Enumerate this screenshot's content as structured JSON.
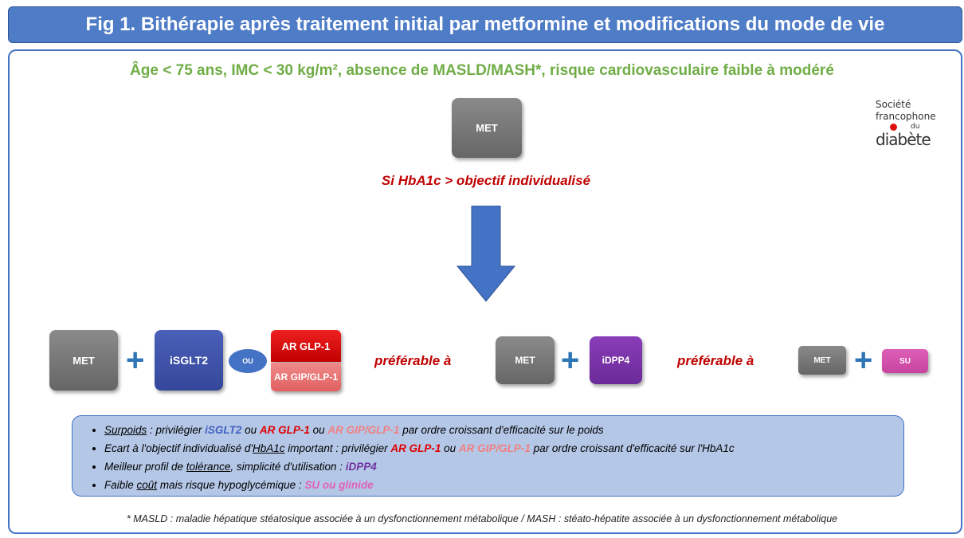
{
  "title": "Fig 1. Bithérapie après traitement initial par metformine et modifications du mode de vie",
  "condition": "Âge < 75 ans,  IMC < 30 kg/m², absence de MASLD/MASH*,  risque cardiovasculaire faible à modéré",
  "start_box": "MET",
  "trigger": "Si HbA1c > objectif individualisé",
  "logo": {
    "line1": "Société",
    "line2": "francophone",
    "line3": "du",
    "line4": "diabète"
  },
  "row": {
    "met1": "MET",
    "plus": "+",
    "isglt2": "iSGLT2",
    "ou": "OU",
    "ar_glp1": "AR GLP-1",
    "ar_gip": "AR GIP/GLP-1",
    "pref1": "préférable à",
    "met2": "MET",
    "idpp4": "iDPP4",
    "pref2": "préférable à",
    "met3": "MET",
    "su": "SU"
  },
  "bullets": [
    [
      "Surpoids",
      " : privilégier ",
      "iSGLT2",
      " ou ",
      "AR GLP-1",
      " ou ",
      "AR GIP/GLP-1",
      " par ordre croissant d'efficacité sur le poids"
    ],
    [
      "Ecart à l'objectif individualisé d'",
      "HbA1c",
      " important : privilégier ",
      "AR GLP-1",
      " ou ",
      "AR GIP/GLP-1",
      " par ordre croissant d'efficacité sur l'HbA1c"
    ],
    [
      "Meilleur profil de ",
      "tolérance",
      ", simplicité d'utilisation : ",
      "iDPP4"
    ],
    [
      "Faible ",
      "coût",
      " mais risque hypoglycémique : ",
      "SU ou glinide"
    ]
  ],
  "footnote": "* MASLD : maladie hépatique stéatosique associée à un dysfonctionnement métabolique / MASH : stéato-hépatite associée à un dysfonctionnement métabolique"
}
